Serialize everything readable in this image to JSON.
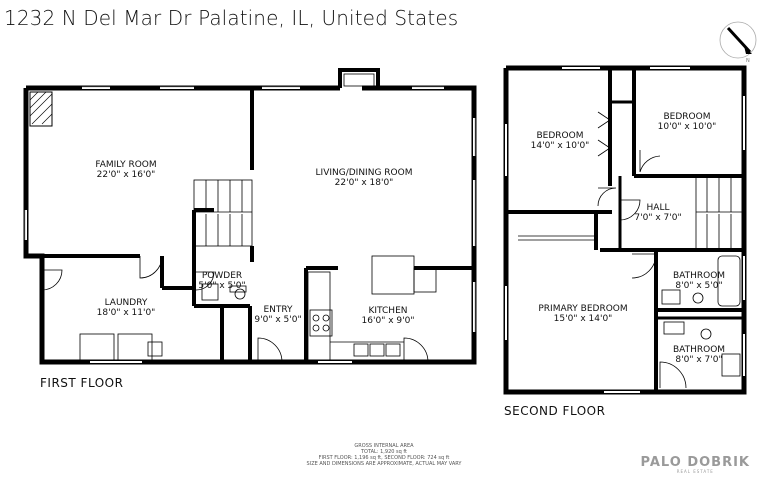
{
  "header": {
    "address": "1232 N Del Mar Dr Palatine, IL, United States"
  },
  "floors": {
    "first": "FIRST FLOOR",
    "second": "SECOND FLOOR"
  },
  "rooms": {
    "family": {
      "name": "FAMILY ROOM",
      "size": "22'0\" x 16'0\""
    },
    "living": {
      "name": "LIVING/DINING ROOM",
      "size": "22'0\" x 18'0\""
    },
    "laundry": {
      "name": "LAUNDRY",
      "size": "18'0\" x 11'0\""
    },
    "powder": {
      "name": "POWDER",
      "size": "5'0\" x 5'0\""
    },
    "entry": {
      "name": "ENTRY",
      "size": "9'0\" x 5'0\""
    },
    "kitchen": {
      "name": "KITCHEN",
      "size": "16'0\" x 9'0\""
    },
    "bedroom1": {
      "name": "BEDROOM",
      "size": "14'0\" x 10'0\""
    },
    "bedroom2": {
      "name": "BEDROOM",
      "size": "10'0\" x 10'0\""
    },
    "hall": {
      "name": "HALL",
      "size": "7'0\" x 7'0\""
    },
    "primary": {
      "name": "PRIMARY BEDROOM",
      "size": "15'0\" x 14'0\""
    },
    "bath1": {
      "name": "BATHROOM",
      "size": "8'0\" x 5'0\""
    },
    "bath2": {
      "name": "BATHROOM",
      "size": "8'0\" x 7'0\""
    }
  },
  "area": {
    "heading": "GROSS INTERNAL AREA",
    "total": "TOTAL: 1,920 sq ft",
    "breakdown": "FIRST FLOOR: 1,196 sq ft, SECOND FLOOR: 724 sq ft",
    "disclaimer": "SIZE AND DIMENSIONS ARE APPROXIMATE, ACTUAL MAY VARY"
  },
  "brand": {
    "name": "PALO DOBRIK",
    "tagline": "REAL ESTATE"
  },
  "compass": {
    "label": "N"
  }
}
